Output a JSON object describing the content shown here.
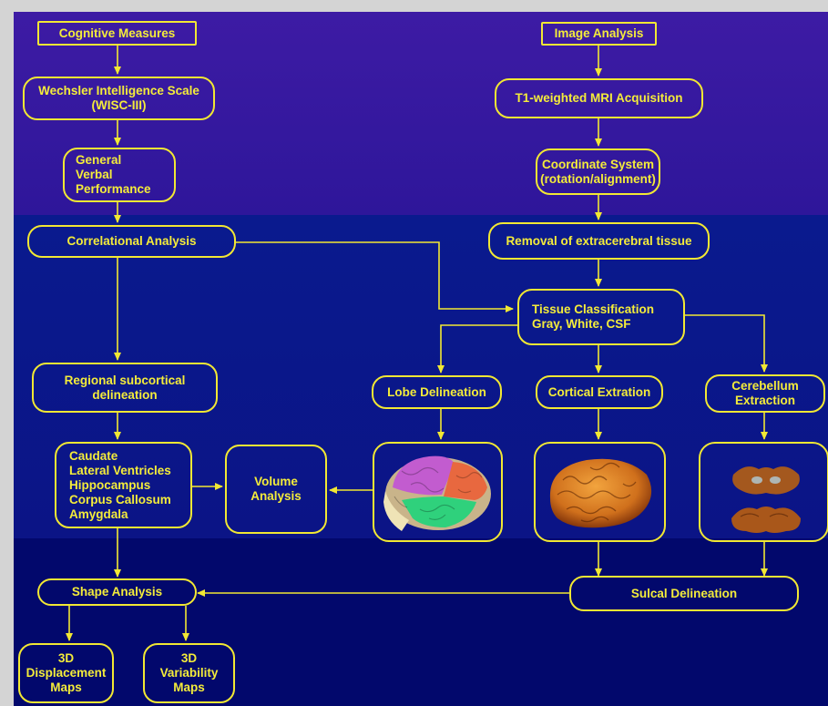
{
  "nodes": {
    "cognitive_measures": "Cognitive Measures",
    "wechsler": "Wechsler Intelligence Scale\n(WISC-III)",
    "general_verbal": "General\nVerbal\nPerformance",
    "correlational": "Correlational Analysis",
    "regional": "Regional subcortical\ndelineation",
    "structures": "Caudate\nLateral Ventricles\nHippocampus\nCorpus Callosum\nAmygdala",
    "volume": "Volume\nAnalysis",
    "shape": "Shape Analysis",
    "displacement": "3D\nDisplacement\nMaps",
    "variability": "3D\nVariability\nMaps",
    "image_analysis": "Image Analysis",
    "t1": "T1-weighted MRI Acquisition",
    "coordinate": "Coordinate System\n(rotation/alignment)",
    "removal": "Removal of extracerebral tissue",
    "tissue": "Tissue Classification\nGray, White, CSF",
    "lobe": "Lobe Delineation",
    "cortical": "Cortical Extration",
    "cerebellum": "Cerebellum\nExtraction",
    "sulcal": "Sulcal Delineation"
  },
  "images": {
    "lobe_brain": "lobe-colored-brain-image",
    "cortical_brain": "cortical-surface-brain-image",
    "cerebellum": "cerebellum-images"
  },
  "colors": {
    "accent": "#f2e833",
    "text": "#f4ec3a",
    "band_top": "#3d1ba4",
    "band_mid": "#0a1a8e",
    "band_bottom": "#02086c",
    "page_border": "#d4d4d4"
  }
}
